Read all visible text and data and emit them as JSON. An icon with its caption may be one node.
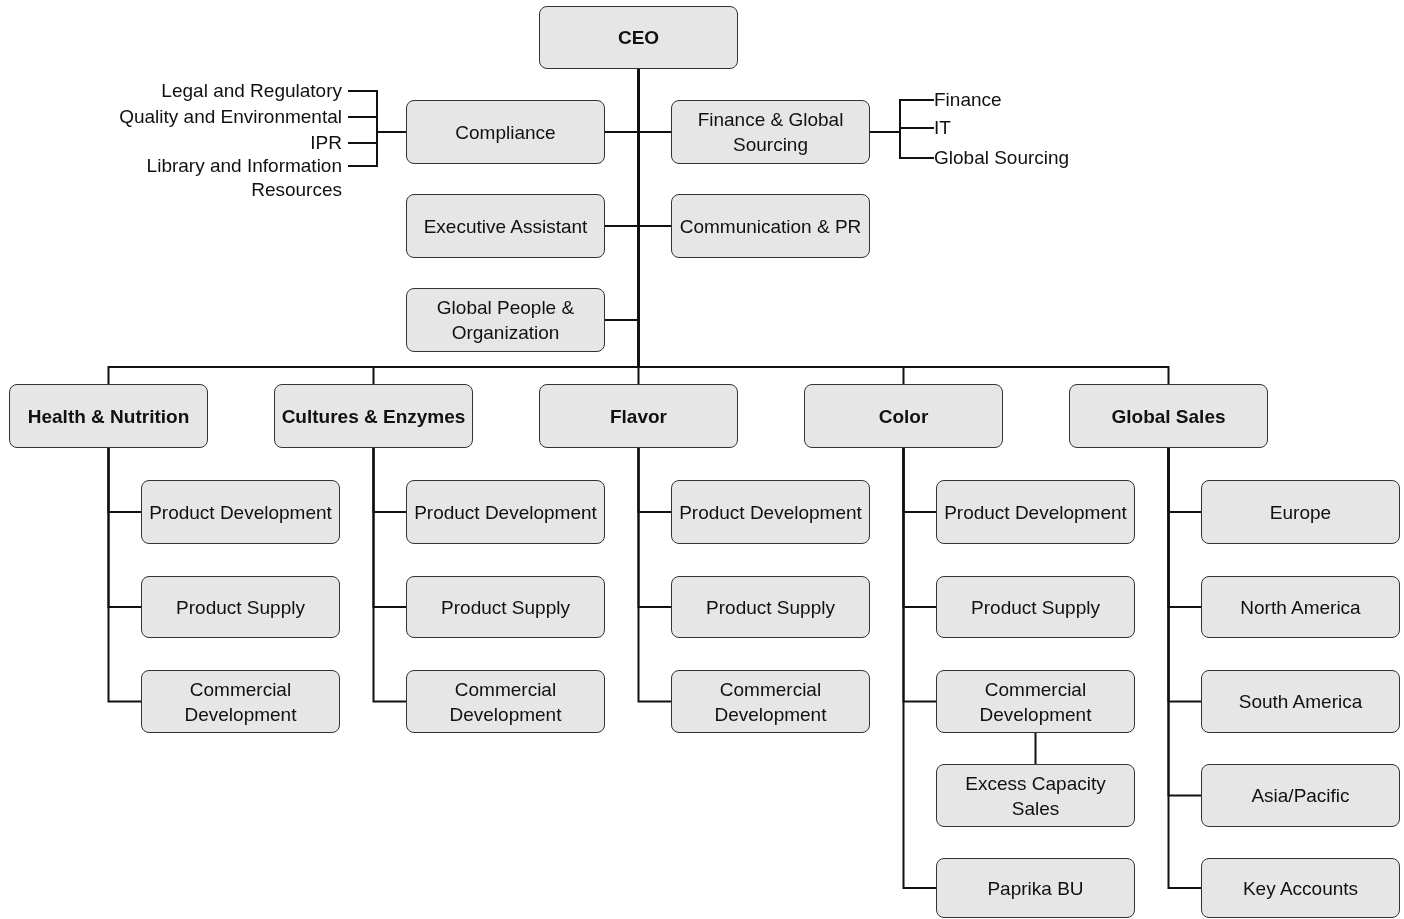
{
  "diagram": {
    "nodes": [
      {
        "text": [
          "CEO"
        ]
      },
      {
        "text": [
          "Compliance"
        ]
      },
      {
        "text": [
          "Finance & Global Sourcing"
        ]
      },
      {
        "text": [
          "Executive Assistant"
        ]
      },
      {
        "text": [
          "Communication & PR"
        ]
      },
      {
        "text": [
          "Global People & Organization"
        ]
      },
      {
        "text": [
          "Health & Nutrition"
        ]
      },
      {
        "text": [
          "Cultures & Enzymes"
        ]
      },
      {
        "text": [
          "Flavor"
        ]
      },
      {
        "text": [
          "Color"
        ]
      },
      {
        "text": [
          "Global Sales"
        ]
      },
      {
        "text": [
          "Product Development"
        ]
      },
      {
        "text": [
          "Product Supply"
        ]
      },
      {
        "text": [
          "Commercial Development"
        ]
      },
      {
        "text": [
          "Product Development"
        ]
      },
      {
        "text": [
          "Product Supply"
        ]
      },
      {
        "text": [
          "Commercial Development"
        ]
      },
      {
        "text": [
          "Product Development"
        ]
      },
      {
        "text": [
          "Product Supply"
        ]
      },
      {
        "text": [
          "Commercial Development"
        ]
      },
      {
        "text": [
          "Product Development"
        ]
      },
      {
        "text": [
          "Product Supply"
        ]
      },
      {
        "text": [
          "Commercial Development"
        ]
      },
      {
        "text": [
          "Excess Capacity Sales"
        ]
      },
      {
        "text": [
          "Paprika BU"
        ]
      },
      {
        "text": [
          "Europe"
        ]
      },
      {
        "text": [
          "North America"
        ]
      },
      {
        "text": [
          "South America"
        ]
      },
      {
        "text": [
          "Asia/Pacific"
        ]
      },
      {
        "text": [
          "Key Accounts"
        ]
      },
      {
        "text": [
          "Legal and Regulatory"
        ]
      },
      {
        "text": [
          "Quality and Environmental"
        ]
      },
      {
        "text": [
          "IPR"
        ]
      },
      {
        "text": [
          "Library and Information Resources"
        ]
      },
      {
        "text": [
          "Finance"
        ]
      },
      {
        "text": [
          "IT"
        ]
      },
      {
        "text": [
          "Global Sourcing"
        ]
      }
    ],
    "edges": [
      {
        "from": 0,
        "to": 1,
        "arrow": "none"
      },
      {
        "from": 0,
        "to": 2,
        "arrow": "none"
      },
      {
        "from": 0,
        "to": 3,
        "arrow": "none"
      },
      {
        "from": 0,
        "to": 4,
        "arrow": "none"
      },
      {
        "from": 0,
        "to": 5,
        "arrow": "none"
      },
      {
        "from": 0,
        "to": 6,
        "arrow": "none"
      },
      {
        "from": 0,
        "to": 7,
        "arrow": "none"
      },
      {
        "from": 0,
        "to": 8,
        "arrow": "none"
      },
      {
        "from": 0,
        "to": 9,
        "arrow": "none"
      },
      {
        "from": 0,
        "to": 10,
        "arrow": "none"
      },
      {
        "from": 6,
        "to": 11,
        "arrow": "none"
      },
      {
        "from": 6,
        "to": 12,
        "arrow": "none"
      },
      {
        "from": 6,
        "to": 13,
        "arrow": "none"
      },
      {
        "from": 7,
        "to": 14,
        "arrow": "none"
      },
      {
        "from": 7,
        "to": 15,
        "arrow": "none"
      },
      {
        "from": 7,
        "to": 16,
        "arrow": "none"
      },
      {
        "from": 8,
        "to": 17,
        "arrow": "none"
      },
      {
        "from": 8,
        "to": 18,
        "arrow": "none"
      },
      {
        "from": 8,
        "to": 19,
        "arrow": "none"
      },
      {
        "from": 9,
        "to": 20,
        "arrow": "none"
      },
      {
        "from": 9,
        "to": 21,
        "arrow": "none"
      },
      {
        "from": 9,
        "to": 22,
        "arrow": "none"
      },
      {
        "from": 22,
        "to": 23,
        "arrow": "none"
      },
      {
        "from": 9,
        "to": 24,
        "arrow": "none"
      },
      {
        "from": 10,
        "to": 25,
        "arrow": "none"
      },
      {
        "from": 10,
        "to": 26,
        "arrow": "none"
      },
      {
        "from": 10,
        "to": 27,
        "arrow": "none"
      },
      {
        "from": 10,
        "to": 28,
        "arrow": "none"
      },
      {
        "from": 10,
        "to": 29,
        "arrow": "none"
      },
      {
        "from": 1,
        "to": 30,
        "arrow": "none"
      },
      {
        "from": 1,
        "to": 31,
        "arrow": "none"
      },
      {
        "from": 1,
        "to": 32,
        "arrow": "none"
      },
      {
        "from": 1,
        "to": 33,
        "arrow": "none"
      },
      {
        "from": 2,
        "to": 34,
        "arrow": "none"
      },
      {
        "from": 2,
        "to": 35,
        "arrow": "none"
      },
      {
        "from": 2,
        "to": 36,
        "arrow": "none"
      }
    ]
  }
}
